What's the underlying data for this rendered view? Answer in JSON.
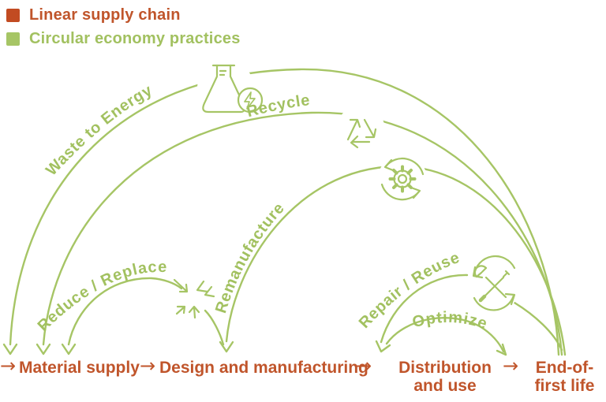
{
  "legend": {
    "items": [
      {
        "label": "Linear supply chain",
        "color": "#c24b22"
      },
      {
        "label": "Circular economy practices",
        "color": "#a6c565"
      }
    ]
  },
  "flow": {
    "arrow": "→",
    "stages": [
      "Material supply",
      "Design and manufacturing",
      "Distribution and use",
      "End-of-first life"
    ]
  },
  "practices": [
    {
      "label": "Waste to Energy",
      "icon": "flask-energy-icon"
    },
    {
      "label": "Recycle",
      "icon": "recycle-icon"
    },
    {
      "label": "Remanufacture",
      "icon": "gear-cycle-icon"
    },
    {
      "label": "Reduce / Replace",
      "icon": "converging-arrows-icon"
    },
    {
      "label": "Repair / Reuse",
      "icon": "tools-cycle-icon"
    },
    {
      "label": "Optimize",
      "icon": ""
    }
  ],
  "colors": {
    "linear_orange": "#c0552b",
    "circular_green": "#a6c565"
  }
}
